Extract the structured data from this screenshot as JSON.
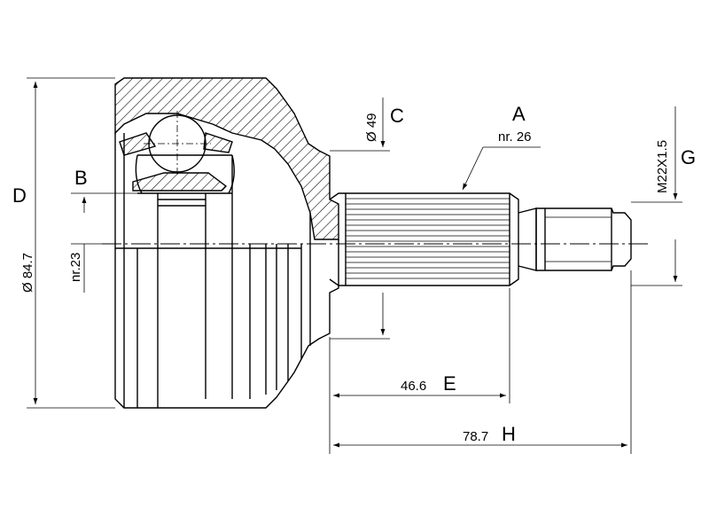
{
  "labels": {
    "A": "A",
    "A_note": "nr. 26",
    "B": "B",
    "B_note": "nr.23",
    "C": "C",
    "C_value": "Ø 49",
    "D": "D",
    "D_value": "Ø 84.7",
    "E": "E",
    "E_value": "46.6",
    "G": "G",
    "G_value": "M22X1.5",
    "H": "H",
    "H_value": "78.7"
  }
}
